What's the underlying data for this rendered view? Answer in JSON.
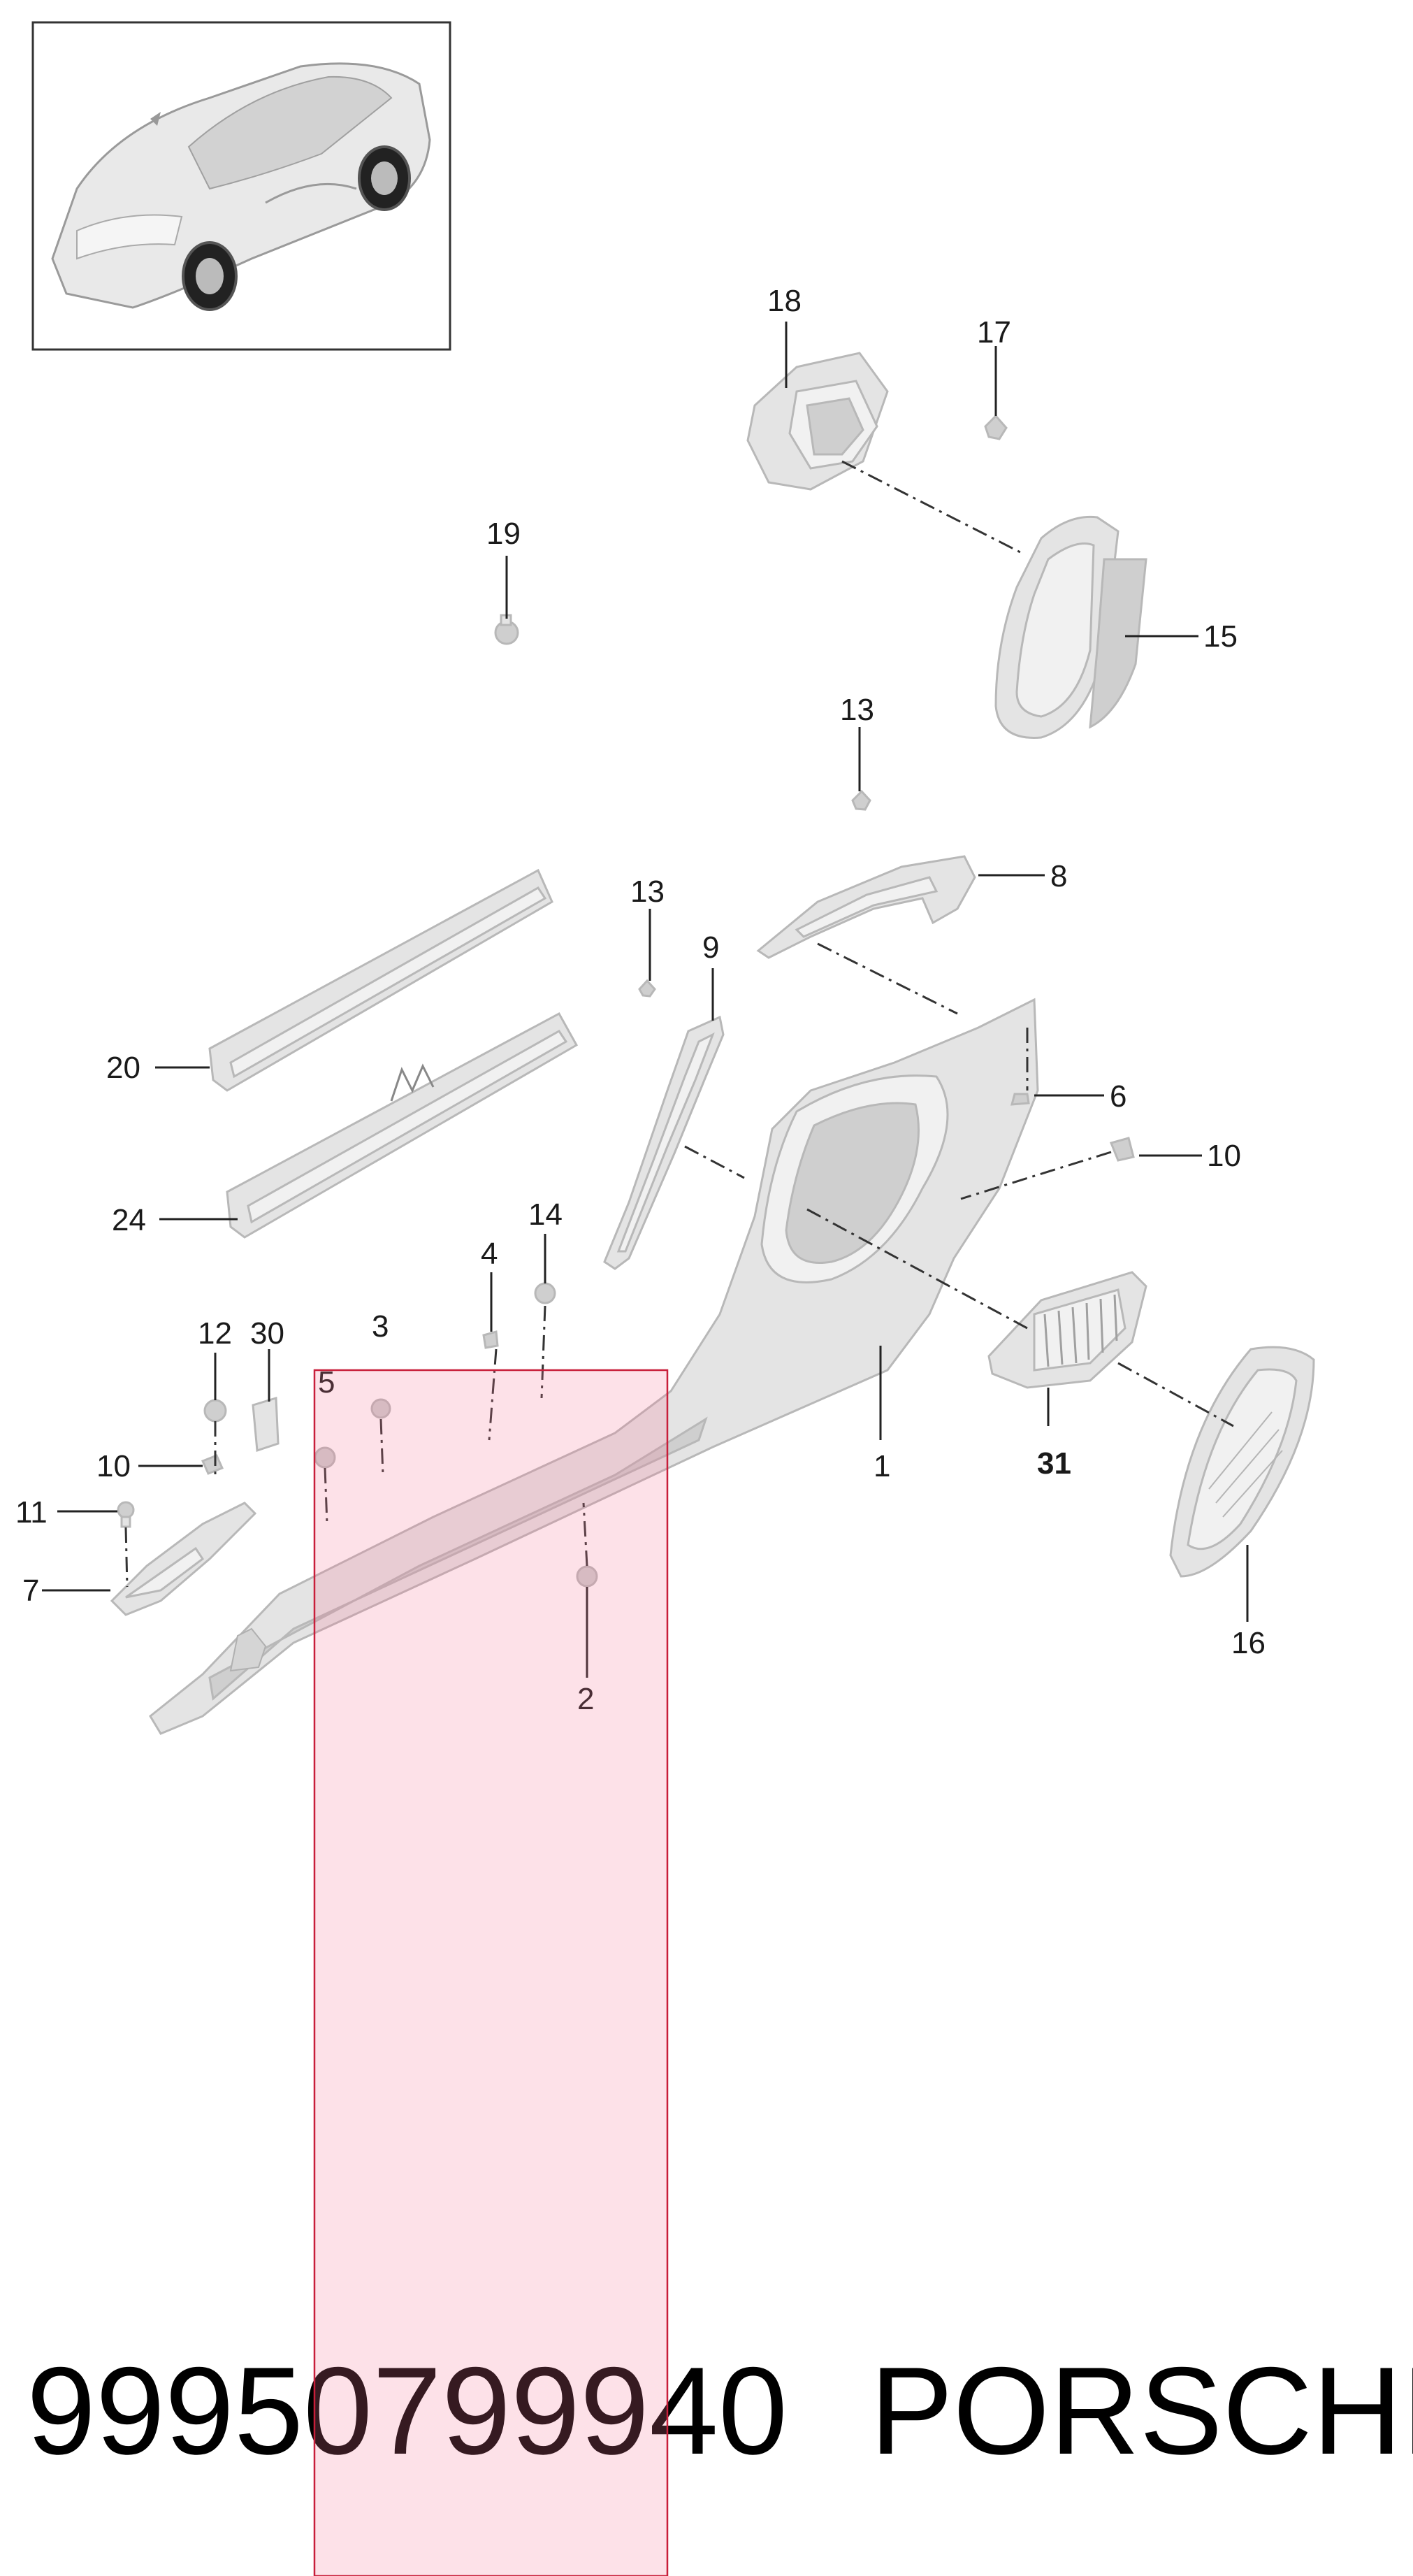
{
  "callouts": {
    "c1": "1",
    "c2": "2",
    "c3": "3",
    "c4": "4",
    "c5": "5",
    "c6": "6",
    "c7": "7",
    "c8": "8",
    "c9": "9",
    "c10a": "10",
    "c10b": "10",
    "c11": "11",
    "c12": "12",
    "c13a": "13",
    "c13b": "13",
    "c14": "14",
    "c15": "15",
    "c16": "16",
    "c17": "17",
    "c18": "18",
    "c19": "19",
    "c20": "20",
    "c24": "24",
    "c30": "30",
    "c31": "31"
  },
  "footer": {
    "part_number": "99950799940",
    "brand": "PORSCHE"
  },
  "highlight": {
    "color": "#c81e3a"
  }
}
